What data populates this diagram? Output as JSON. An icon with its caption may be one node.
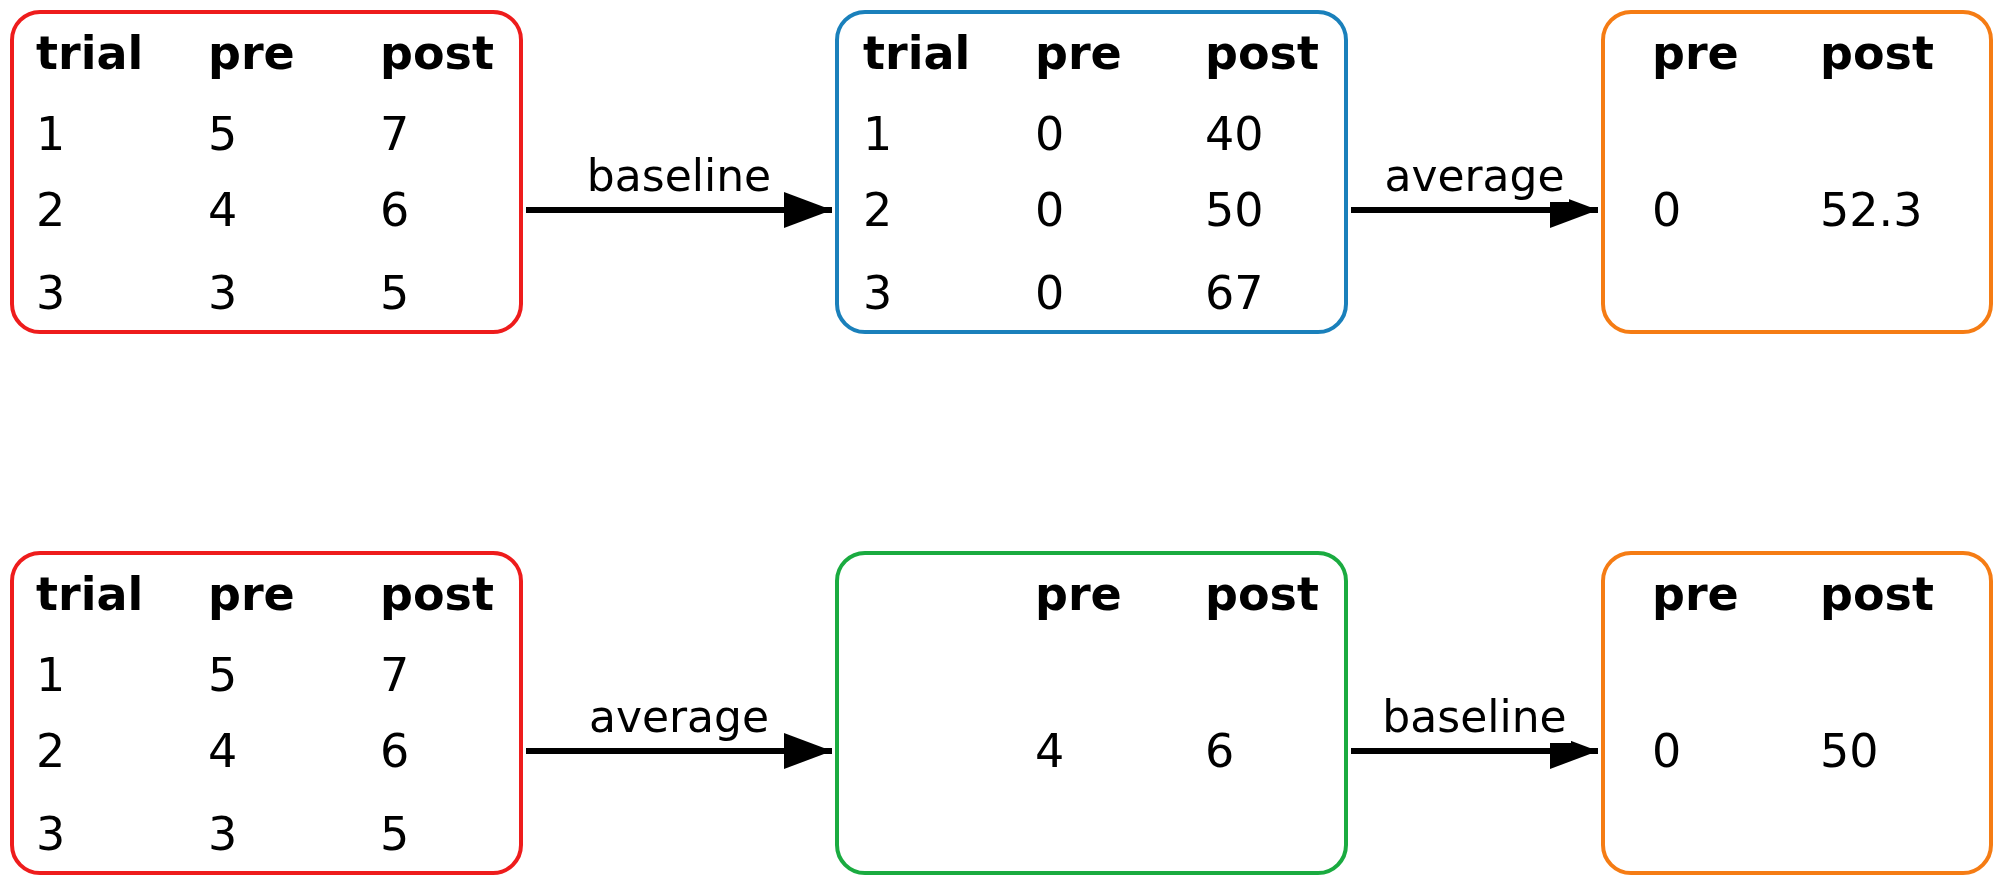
{
  "diagram": {
    "nodes": [
      {
        "text": [
          "trial",
          "pre",
          "post",
          "1",
          "5",
          "7",
          "2",
          "4",
          "6",
          "3",
          "3",
          "5"
        ]
      },
      {
        "text": [
          "trial",
          "pre",
          "post",
          "1",
          "0",
          "40",
          "2",
          "0",
          "50",
          "3",
          "0",
          "67"
        ]
      },
      {
        "text": [
          "pre",
          "post",
          "0",
          "52.3"
        ]
      },
      {
        "text": [
          "trial",
          "pre",
          "post",
          "1",
          "5",
          "7",
          "2",
          "4",
          "6",
          "3",
          "3",
          "5"
        ]
      },
      {
        "text": [
          "pre",
          "post",
          "4",
          "6"
        ]
      },
      {
        "text": [
          "pre",
          "post",
          "0",
          "50"
        ]
      }
    ],
    "edges": [
      {
        "from": 0,
        "to": 1,
        "arrow": "to",
        "label": "baseline"
      },
      {
        "from": 1,
        "to": 2,
        "arrow": "to",
        "label": "average"
      },
      {
        "from": 3,
        "to": 4,
        "arrow": "to",
        "label": "average"
      },
      {
        "from": 4,
        "to": 5,
        "arrow": "to",
        "label": "baseline"
      }
    ]
  }
}
